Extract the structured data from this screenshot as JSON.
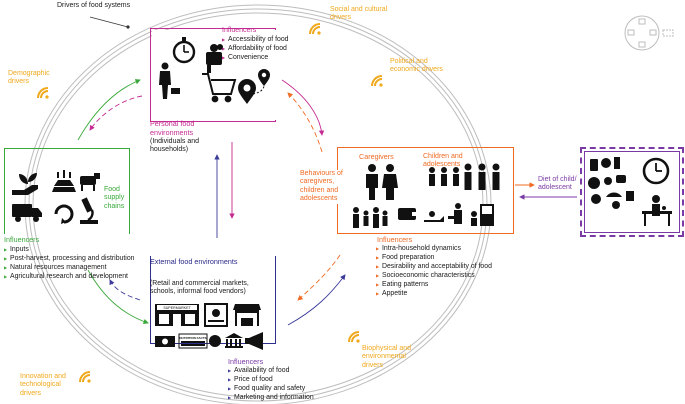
{
  "drivers_header": "Drivers of food systems",
  "drivers": {
    "social_cultural": "Social and cultural drivers",
    "political_economic": "Political and economic drivers",
    "demographic": "Demographic drivers",
    "biophysical": "Biophysical and environmental drivers",
    "innovation": "Innovation and technological drivers"
  },
  "personal_env": {
    "influencers_title": "Influencers",
    "influencers": [
      "Accessibility of food",
      "Affordability of food",
      "Convenience"
    ],
    "title": "Personal food environments",
    "subtitle": "(Individuals and households)"
  },
  "supply_chains": {
    "title": "Food supply chains",
    "influencers_title": "Influencers",
    "influencers": [
      "Inputs",
      "Post-harvest, processing and distribution",
      "Natural resources management",
      "Agricultural research and development"
    ]
  },
  "external_env": {
    "title": "External food environments",
    "subtitle": "(Retail and commercial markets, schools, informal food vendors)",
    "influencers_title": "Influencers",
    "influencers": [
      "Availability of food",
      "Price of food",
      "Food quality and safety",
      "Marketing and information"
    ],
    "icon_text": [
      "SUPERMARKET",
      "NUTRITION FACTS"
    ]
  },
  "behaviours": {
    "title": "Behaviours of caregivers, children and adolescents",
    "caregivers": "Caregivers",
    "children": "Children and adolescents",
    "influencers_title": "Influencers",
    "influencers": [
      "Intra-household dynamics",
      "Food preparation",
      "Desirability and acceptability of food",
      "Socioeconomic characteristics",
      "Eating patterns",
      "Appetite"
    ]
  },
  "diet": {
    "label": "Diet of child/ adolescent"
  },
  "colors": {
    "green": "#3aa83a",
    "magenta": "#c42a91",
    "orange": "#ef6a23",
    "navy": "#2e2e8c",
    "purple": "#7a3aa5",
    "driver": "#f0a81c"
  }
}
